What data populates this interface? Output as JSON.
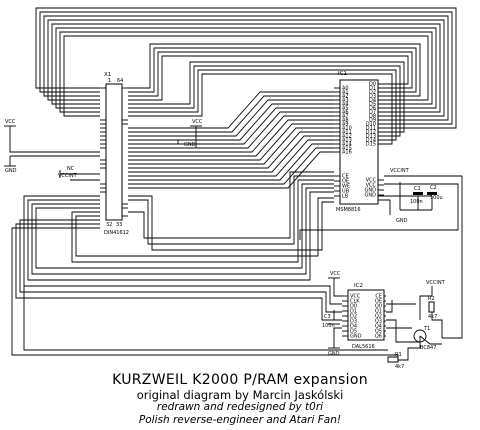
{
  "caption": {
    "title": "KURZWEIL K2000 P/RAM expansion",
    "line2": "original diagram by Marcin Jaskólski",
    "line3": "redrawn and redesigned by t0ri",
    "line4": "Polish reverse-engineer and Atari Fan!"
  },
  "x1": {
    "ref": "X1",
    "part": "DIN41612",
    "pin_first_left": "1",
    "pin_first_right": "64",
    "pin_last_left": "32",
    "pin_last_right": "33"
  },
  "ic1": {
    "ref": "IC1",
    "part": "MSM8816",
    "left_pins": [
      "A0",
      "A1",
      "A2",
      "A3",
      "A4",
      "A5",
      "A6",
      "A7",
      "A8",
      "A9",
      "A10",
      "A11",
      "A12",
      "A13",
      "A14",
      "A15",
      "A16"
    ],
    "right_pins": [
      "D0",
      "D1",
      "D2",
      "D3",
      "D4",
      "D5",
      "D6",
      "D7",
      "D8",
      "D9",
      "D10",
      "D11",
      "D12",
      "D13",
      "D14",
      "D15"
    ],
    "lower_left_pins": [
      "CE",
      "OE",
      "WE",
      "UB",
      "LB"
    ],
    "lower_right_pins": [
      "VCC",
      "VCC",
      "GND",
      "GND"
    ]
  },
  "ic2": {
    "ref": "IC2",
    "part": "DAL5616",
    "left_pins": [
      "VCC",
      "CLK",
      "D0",
      "D1",
      "D2",
      "D3",
      "D4",
      "D5",
      "GND"
    ],
    "right_pins": [
      "CE",
      "OE",
      "Q0",
      "Q1",
      "Q2",
      "Q3",
      "Q4",
      "Q5",
      "Q6"
    ]
  },
  "c1": {
    "ref": "C1",
    "value": "100n"
  },
  "c2": {
    "ref": "C2",
    "value": "100u"
  },
  "c3": {
    "ref": "C3",
    "value": "100n"
  },
  "r1": {
    "ref": "R1",
    "value": "4k7"
  },
  "r2": {
    "ref": "R2",
    "value": "4k7"
  },
  "t1": {
    "ref": "T1",
    "part": "BC847"
  },
  "power": {
    "vcc": "VCC",
    "vccint": "VCCINT",
    "gnd": "GND",
    "nc": "NC"
  }
}
